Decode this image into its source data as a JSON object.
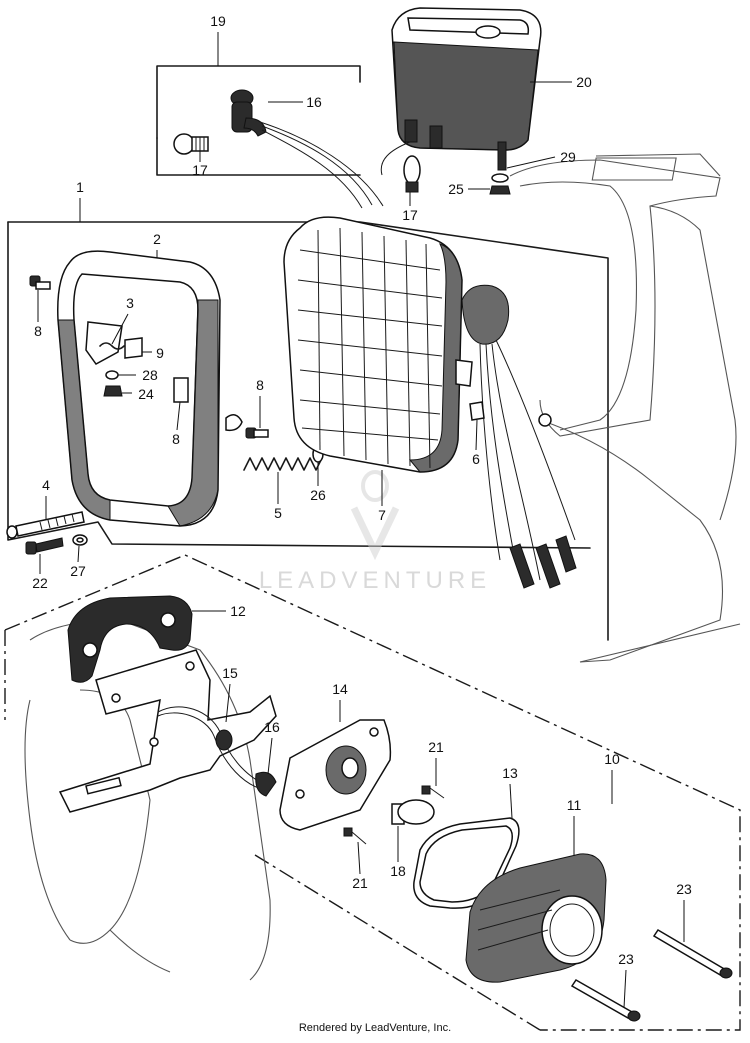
{
  "watermark": {
    "text": "LEADVENTURE"
  },
  "footer": {
    "text": "Rendered by LeadVenture, Inc."
  },
  "callouts": [
    {
      "id": "c19",
      "label": "19"
    },
    {
      "id": "c16a",
      "label": "16"
    },
    {
      "id": "c17a",
      "label": "17"
    },
    {
      "id": "c17b",
      "label": "17"
    },
    {
      "id": "c20",
      "label": "20"
    },
    {
      "id": "c29",
      "label": "29"
    },
    {
      "id": "c25",
      "label": "25"
    },
    {
      "id": "c1",
      "label": "1"
    },
    {
      "id": "c2",
      "label": "2"
    },
    {
      "id": "c8a",
      "label": "8"
    },
    {
      "id": "c3",
      "label": "3"
    },
    {
      "id": "c9",
      "label": "9"
    },
    {
      "id": "c28",
      "label": "28"
    },
    {
      "id": "c24",
      "label": "24"
    },
    {
      "id": "c8b",
      "label": "8"
    },
    {
      "id": "c8c",
      "label": "8"
    },
    {
      "id": "c6",
      "label": "6"
    },
    {
      "id": "c26",
      "label": "26"
    },
    {
      "id": "c5",
      "label": "5"
    },
    {
      "id": "c7",
      "label": "7"
    },
    {
      "id": "c4",
      "label": "4"
    },
    {
      "id": "c22",
      "label": "22"
    },
    {
      "id": "c27",
      "label": "27"
    },
    {
      "id": "c12",
      "label": "12"
    },
    {
      "id": "c15",
      "label": "15"
    },
    {
      "id": "c14",
      "label": "14"
    },
    {
      "id": "c16b",
      "label": "16"
    },
    {
      "id": "c21a",
      "label": "21"
    },
    {
      "id": "c10",
      "label": "10"
    },
    {
      "id": "c13",
      "label": "13"
    },
    {
      "id": "c11",
      "label": "11"
    },
    {
      "id": "c18",
      "label": "18"
    },
    {
      "id": "c21b",
      "label": "21"
    },
    {
      "id": "c23a",
      "label": "23"
    },
    {
      "id": "c23b",
      "label": "23"
    }
  ]
}
